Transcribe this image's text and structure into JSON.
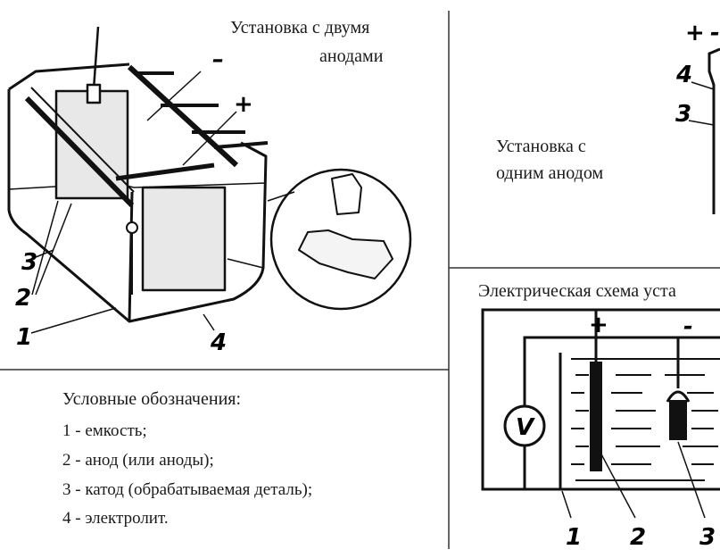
{
  "titles": {
    "two_anodes_line1": "Установка с двумя",
    "two_anodes_line2": "анодами",
    "one_anode_line1": "Установка с",
    "one_anode_line2": "одним анодом",
    "circuit": "Электрическая схема уста"
  },
  "legend": {
    "title": "Условные обозначения:",
    "items": [
      "1 - емкость;",
      "2 - анод (или аноды);",
      "3 - катод (обрабатываемая деталь);",
      "4 - электролит."
    ]
  },
  "labels": {
    "left": {
      "n1": "1",
      "n2": "2",
      "n3": "3",
      "n4": "4",
      "minus": "–",
      "plus": "+"
    },
    "right_top": {
      "plus": "+",
      "minus": "-",
      "n4": "4",
      "n3": "3"
    },
    "circuit": {
      "plus": "+",
      "minus": "-",
      "voltmeter": "V",
      "n1": "1",
      "n2": "2",
      "n3": "3"
    }
  }
}
